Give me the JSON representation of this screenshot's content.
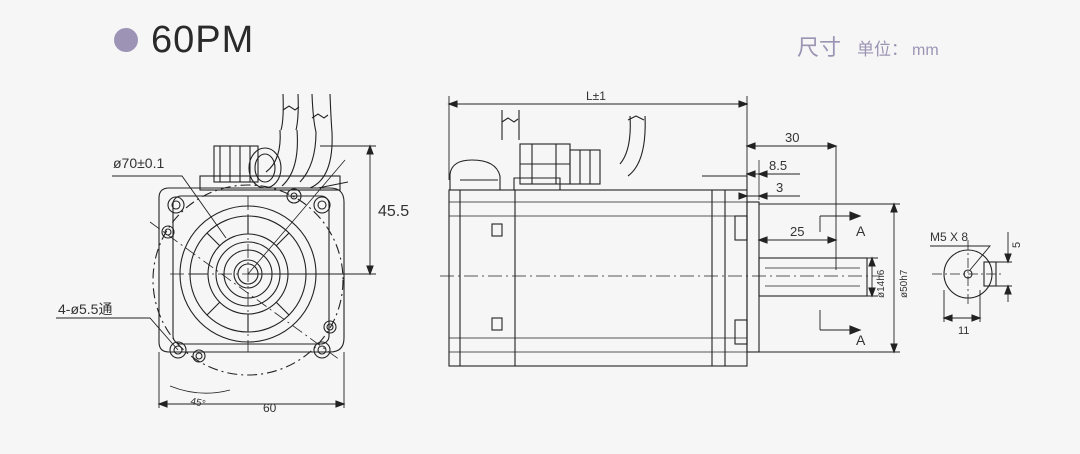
{
  "header": {
    "title": "60PM",
    "dot_color": "#9d93b5",
    "size_label": "尺寸",
    "unit_label": "单位：",
    "unit_value": "mm"
  },
  "front_view": {
    "diameter_label": "ø70±0.1",
    "height_label": "45.5",
    "holes_label": "4-ø5.5通",
    "angle_label": "45°",
    "width_label": "60"
  },
  "side_view": {
    "length_label": "L±1",
    "dim_30": "30",
    "dim_8_5": "8.5",
    "dim_3": "3",
    "dim_25": "25",
    "section_mark": "A",
    "shaft_dia": "ø14h6",
    "flange_dia": "ø50h7"
  },
  "section_view": {
    "key_label": "M5 X 8",
    "dim_5": "5",
    "dim_11": "11"
  }
}
